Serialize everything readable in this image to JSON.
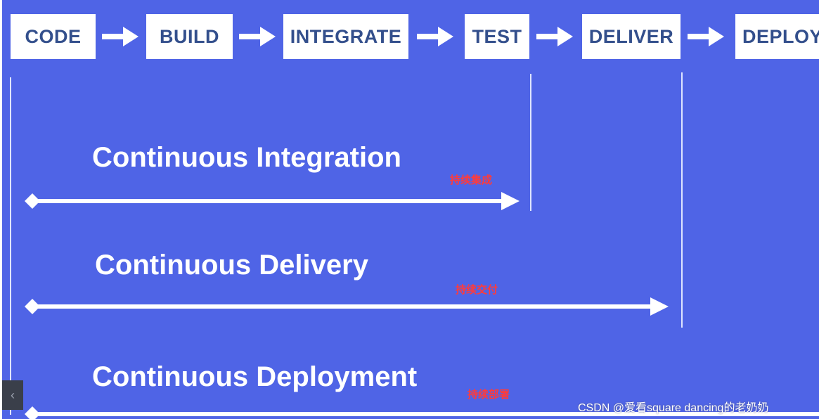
{
  "stages": [
    "CODE",
    "BUILD",
    "INTEGRATE",
    "TEST",
    "DELIVER",
    "DEPLOY"
  ],
  "phases": [
    {
      "title": "Continuous Integration",
      "label_cn": "持续集成"
    },
    {
      "title": "Continuous Delivery",
      "label_cn": "持续交付"
    },
    {
      "title": "Continuous Deployment",
      "label_cn": "持续部署"
    }
  ],
  "watermark": "CSDN @爱看square dancing的老奶奶",
  "colors": {
    "background": "#4f64e6",
    "stage_box": "#ffffff",
    "stage_text": "#334f8c",
    "arrow": "#ffffff",
    "cn_label": "#ff3b3b"
  },
  "icons": {
    "flow_arrow": "right-arrow-icon",
    "span_arrow": "diamond-to-arrow-icon",
    "side_handle": "chevron-left-icon"
  }
}
